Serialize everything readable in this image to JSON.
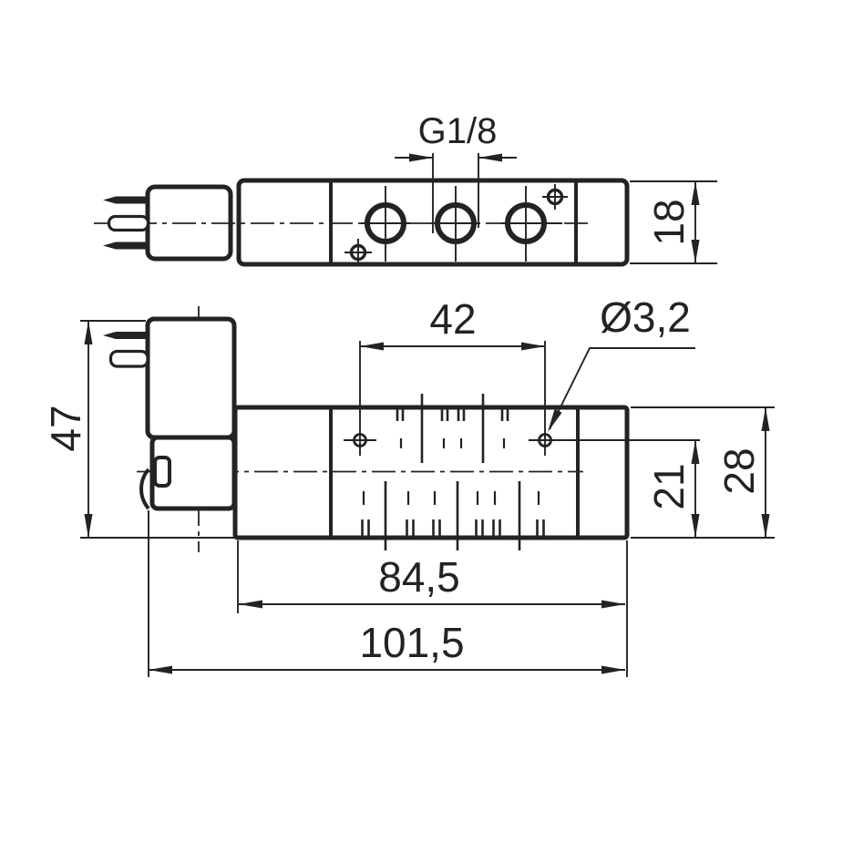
{
  "drawing": {
    "type": "technical-dimension-drawing",
    "subject": "solenoid pilot valve, two orthographic views",
    "unit": "mm",
    "background_color": "#ffffff",
    "line_color": "#232323",
    "views": [
      {
        "id": "top-view",
        "name": "top view with three G1/8 ports"
      },
      {
        "id": "front-view",
        "name": "front view with solenoid and mounting holes"
      }
    ],
    "labels": {
      "thread_size": "G1/8",
      "top_height": "18",
      "hole_spacing": "42",
      "hole_diameter": "Ø3,2",
      "overall_height": "47",
      "hole_center_height": "21",
      "body_height": "28",
      "body_length": "84,5",
      "overall_length": "101,5"
    }
  }
}
